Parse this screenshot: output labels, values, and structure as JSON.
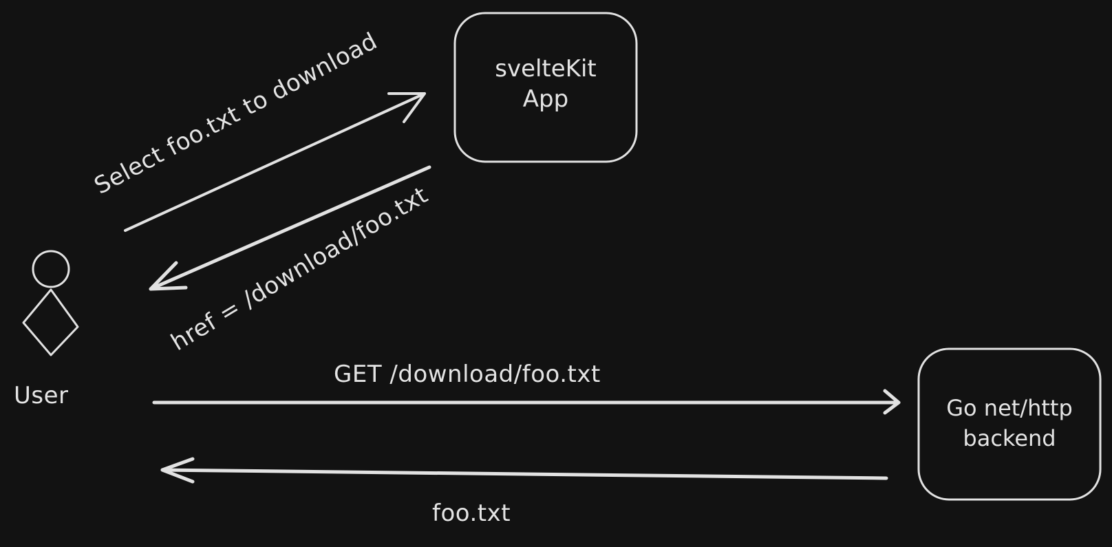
{
  "nodes": {
    "user": {
      "label": "User"
    },
    "sveltekit": {
      "line1": "svelteKit",
      "line2": "App"
    },
    "backend": {
      "line1": "Go net/http",
      "line2": "backend"
    }
  },
  "edges": {
    "select": {
      "label": "Select foo.txt to download"
    },
    "href": {
      "label": "href = /download/foo.txt"
    },
    "get": {
      "label": "GET /download/foo.txt"
    },
    "response": {
      "label": "foo.txt"
    }
  },
  "colors": {
    "background": "#121212",
    "stroke": "#e2e2e2",
    "text": "#e4e4e4"
  }
}
